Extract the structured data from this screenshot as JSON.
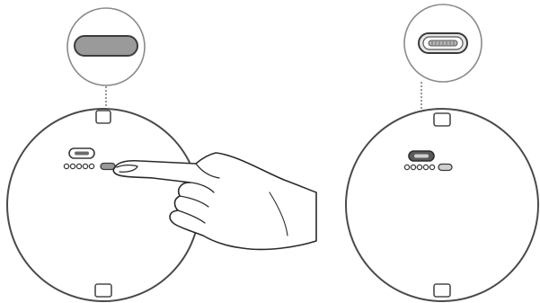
{
  "figure": {
    "panels": [
      {
        "id": "left",
        "device": "round-device-bottom-view",
        "callout_shows": "button-recess-pressed",
        "indicator_led_count": 5,
        "hand_pressing": true
      },
      {
        "id": "right",
        "device": "round-device-bottom-view",
        "callout_shows": "usb-c-port",
        "indicator_led_count": 5,
        "hand_pressing": false
      }
    ],
    "colors": {
      "outline": "#4a4a4a",
      "button_fill_pressed": "#9a9a9a",
      "port_fill": "#b5b5b5",
      "background": "#ffffff"
    }
  }
}
